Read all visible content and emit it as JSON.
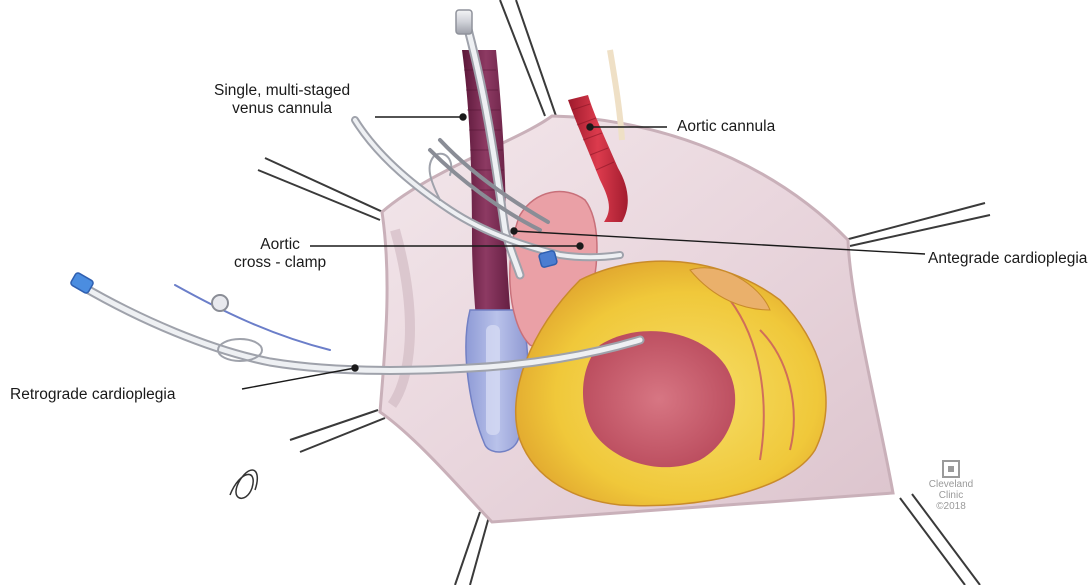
{
  "labels": {
    "venous_cannula": [
      "Single, multi-staged",
      "venus cannula"
    ],
    "aortic_cannula": "Aortic cannula",
    "aortic_cross_clamp": [
      "Aortic",
      "cross - clamp"
    ],
    "antegrade_cardioplegia": "Antegrade cardioplegia",
    "retrograde_cardioplegia": "Retrograde cardioplegia"
  },
  "logo": {
    "line1": "Cleveland",
    "line2": "Clinic",
    "year": "©2018"
  },
  "colors": {
    "pericardium": "#ecdde2",
    "pericardium_edge": "#c9b0b9",
    "vein": "#7b2a52",
    "aortic_cannula": "#c8283b",
    "heart_fat": "#f2cf3a",
    "myocardium": "#c95566",
    "atrium_tube": "#a6b1de"
  }
}
